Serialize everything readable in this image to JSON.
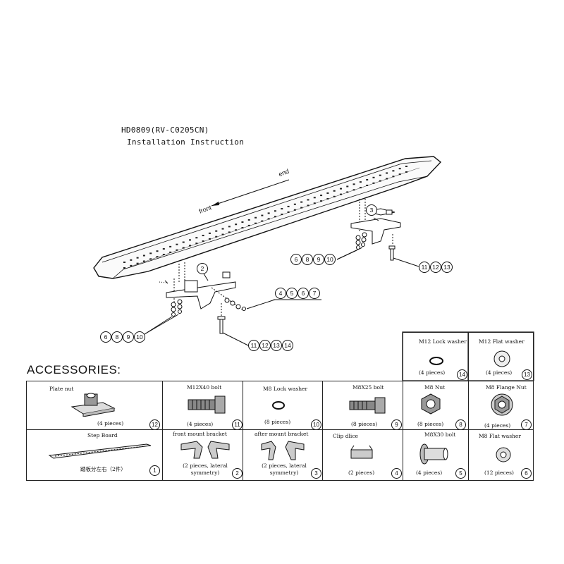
{
  "header": {
    "model": "HD0809(RV-C0205CN)",
    "subtitle": "Installation Instruction"
  },
  "direction": {
    "front": "front",
    "end": "end"
  },
  "callouts": {
    "front_bracket": "2",
    "rear_bracket": "3",
    "front_clip_group": [
      "4",
      "5",
      "6",
      "7"
    ],
    "front_washer_group": [
      "6",
      "8",
      "9",
      "10"
    ],
    "rear_washer_group": [
      "6",
      "8",
      "9",
      "10"
    ],
    "front_bolt_group": [
      "11",
      "12",
      "13",
      "14"
    ],
    "rear_bolt_group": [
      "11",
      "12",
      "13"
    ]
  },
  "accessories_title": "ACCESSORIES:",
  "accessories": [
    {
      "id": "m12-lock-washer",
      "name": "M12 Lock washer",
      "qty": "(4 pieces)",
      "num": "14"
    },
    {
      "id": "m12-flat-washer",
      "name": "M12 Flat washer",
      "qty": "(4 pieces)",
      "num": "13"
    },
    {
      "id": "plate-nut",
      "name": "Plate nut",
      "qty": "(4 pieces)",
      "num": "12"
    },
    {
      "id": "m12x40-bolt",
      "name": "M12X40 bolt",
      "qty": "(4 pieces)",
      "num": "11"
    },
    {
      "id": "m8-lock-washer",
      "name": "M8 Lock washer",
      "qty": "(8 pieces)",
      "num": "10"
    },
    {
      "id": "m8x25-bolt",
      "name": "M8X25 bolt",
      "qty": "(8 pieces)",
      "num": "9"
    },
    {
      "id": "m8-nut",
      "name": "M8 Nut",
      "qty": "(8 pieces)",
      "num": "8"
    },
    {
      "id": "m8-flange-nut",
      "name": "M8 Flange Nut",
      "qty": "(4 pieces)",
      "num": "7"
    },
    {
      "id": "step-board",
      "name": "Step Board",
      "qty": "踏板分左右（2件）",
      "num": "1"
    },
    {
      "id": "front-mount-bracket",
      "name": "front mount bracket",
      "qty": "(2 pieces, lateral symmetry)",
      "num": "2"
    },
    {
      "id": "after-mount-bracket",
      "name": "after mount bracket",
      "qty": "(2 pieces, lateral symmetry)",
      "num": "3"
    },
    {
      "id": "clip-dlice",
      "name": "Clip dlice",
      "qty": "(2 pieces)",
      "num": "4"
    },
    {
      "id": "m8x30-bolt",
      "name": "M8X30 bolt",
      "qty": "(4 pieces)",
      "num": "5"
    },
    {
      "id": "m8-flat-washer",
      "name": "M8 Flat washer",
      "qty": "(12 pieces)",
      "num": "6"
    }
  ]
}
